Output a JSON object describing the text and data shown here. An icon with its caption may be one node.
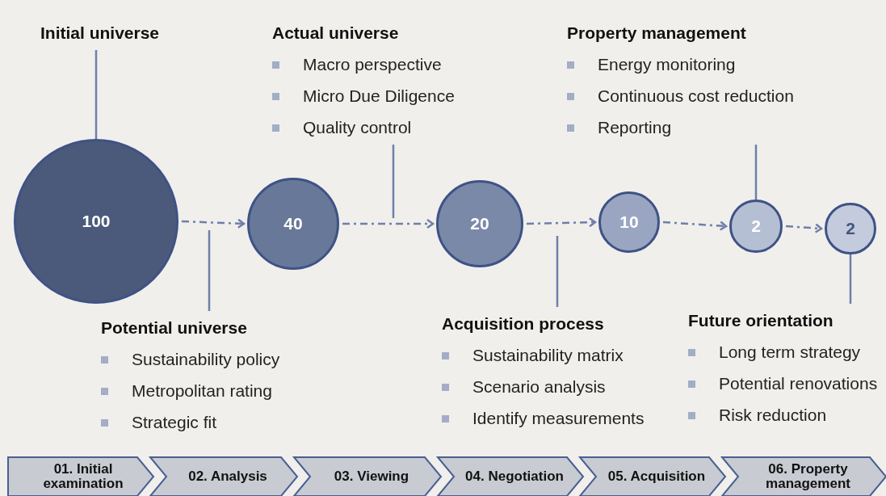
{
  "diagram": {
    "nodes": [
      {
        "text": [
          "100"
        ]
      },
      {
        "text": [
          "40"
        ]
      },
      {
        "text": [
          "20"
        ]
      },
      {
        "text": [
          "10"
        ]
      },
      {
        "text": [
          "2"
        ]
      },
      {
        "text": [
          "2"
        ]
      },
      {
        "text": [
          "Initial universe"
        ]
      },
      {
        "text": [
          "Actual universe",
          "Macro perspective",
          "Micro Due Diligence",
          "Quality control"
        ]
      },
      {
        "text": [
          "Property management",
          "Energy monitoring",
          "Continuous cost reduction",
          "Reporting"
        ]
      },
      {
        "text": [
          "Potential universe",
          "Sustainability policy",
          "Metropolitan rating",
          "Strategic fit"
        ]
      },
      {
        "text": [
          "Acquisition process",
          "Sustainability matrix",
          "Scenario analysis",
          "Identify measurements"
        ]
      },
      {
        "text": [
          "Future orientation",
          "Long term strategy",
          "Potential renovations",
          "Risk reduction"
        ]
      },
      {
        "text": [
          "01. Initial examination"
        ]
      },
      {
        "text": [
          "02. Analysis"
        ]
      },
      {
        "text": [
          "03. Viewing"
        ]
      },
      {
        "text": [
          "04. Negotiation"
        ]
      },
      {
        "text": [
          "05. Acquisition"
        ]
      },
      {
        "text": [
          "06. Property management"
        ]
      }
    ],
    "edges": [
      {
        "from": 0,
        "to": 1,
        "arrow": "to",
        "style": "dashed"
      },
      {
        "from": 1,
        "to": 2,
        "arrow": "to",
        "style": "dashed"
      },
      {
        "from": 2,
        "to": 3,
        "arrow": "to",
        "style": "dashed"
      },
      {
        "from": 3,
        "to": 4,
        "arrow": "to",
        "style": "dashed"
      },
      {
        "from": 4,
        "to": 5,
        "arrow": "to",
        "style": "dashed"
      },
      {
        "from": 6,
        "to": 0,
        "arrow": "none"
      },
      {
        "from": 7,
        "to": null,
        "arrow": "none"
      },
      {
        "from": 8,
        "to": 4,
        "arrow": "none"
      },
      {
        "from": 9,
        "to": null,
        "arrow": "none"
      },
      {
        "from": 10,
        "to": null,
        "arrow": "none"
      },
      {
        "from": 11,
        "to": 5,
        "arrow": "none"
      }
    ]
  }
}
